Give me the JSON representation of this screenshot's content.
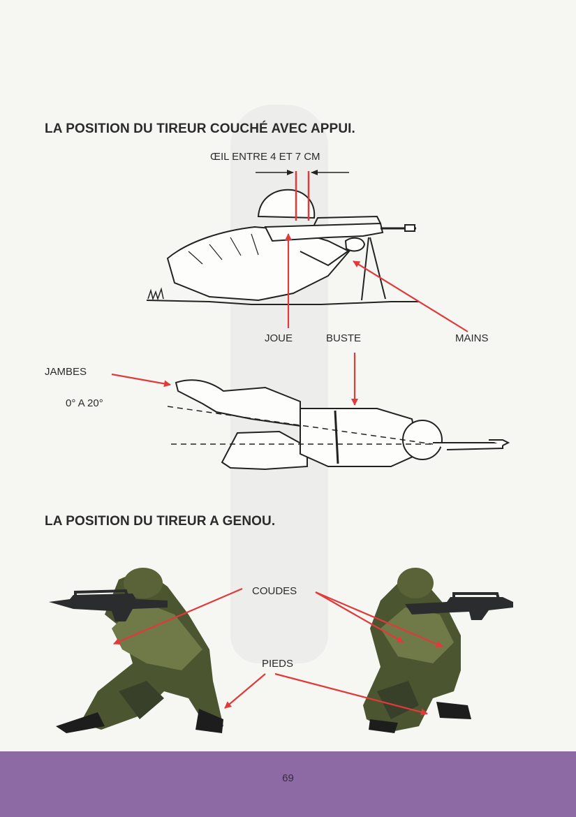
{
  "section_prone": {
    "heading": "LA POSITION DU TIREUR COUCHÉ AVEC APPUI.",
    "eye_label": "ŒIL ENTRE 4 ET 7 CM",
    "labels": {
      "joue": "JOUE",
      "buste": "BUSTE",
      "mains": "MAINS",
      "jambes": "JAMBES",
      "angle": "0° A 20°"
    }
  },
  "section_kneeling": {
    "heading": "LA POSITION DU TIREUR A GENOU.",
    "labels": {
      "coudes": "COUDES",
      "pieds": "PIEDS"
    }
  },
  "footer": {
    "page_number": "69"
  },
  "colors": {
    "arrow": "#e03a3a",
    "footer": "#8d6aa4",
    "camo_dark": "#3f4a2c",
    "camo_light": "#6f7a48"
  }
}
